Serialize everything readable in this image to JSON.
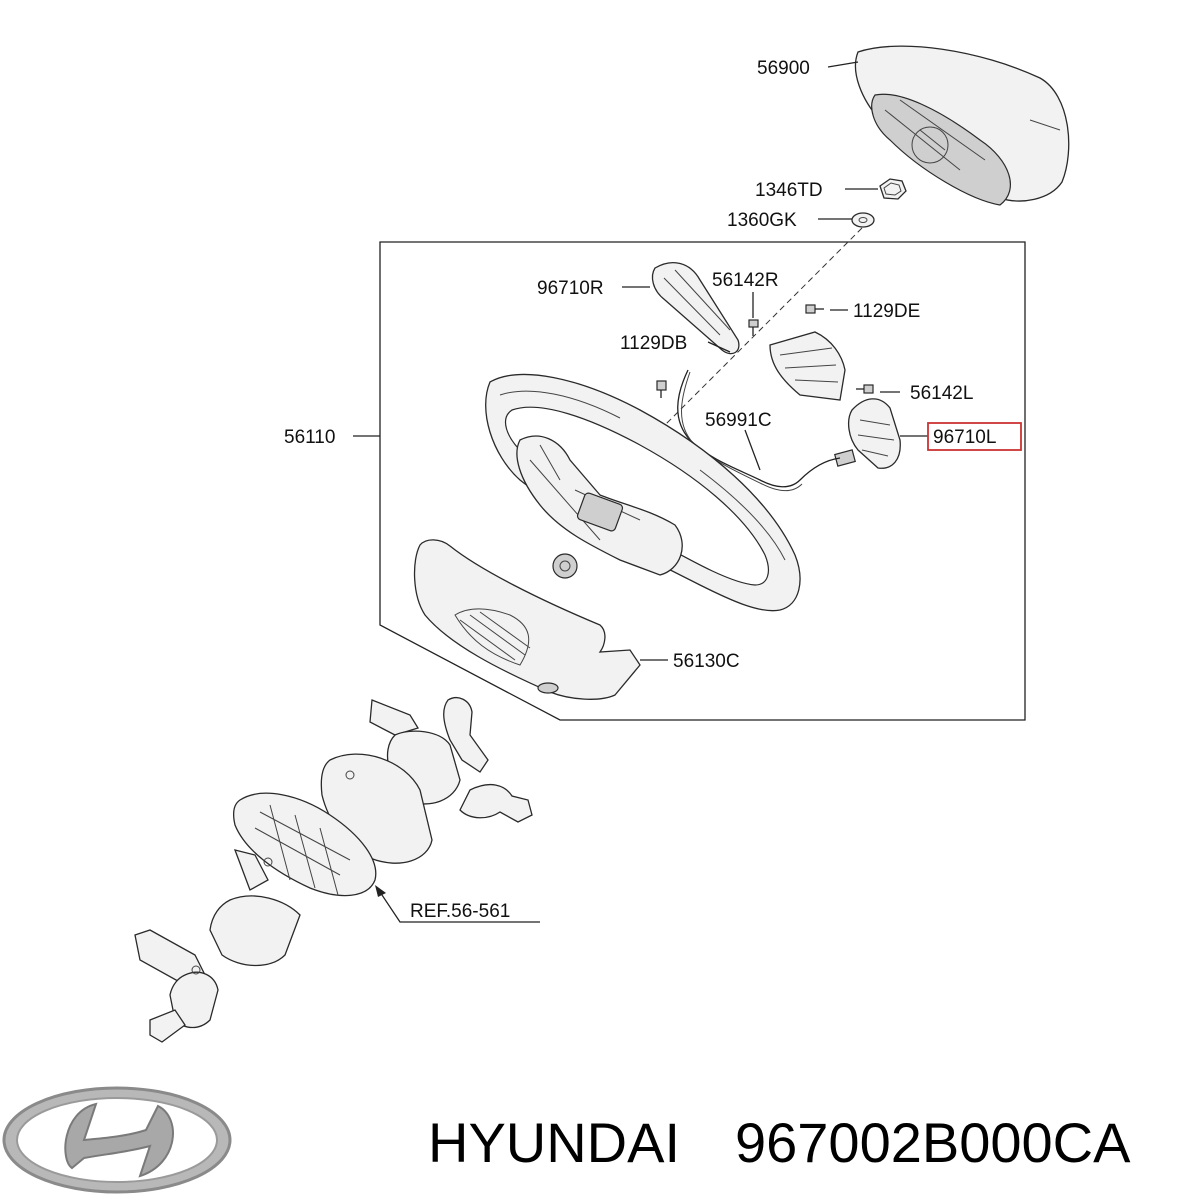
{
  "parts": {
    "p56900": "56900",
    "p1346TD": "1346TD",
    "p1360GK": "1360GK",
    "p96710R": "96710R",
    "p56142R": "56142R",
    "p1129DE": "1129DE",
    "p1129DB": "1129DB",
    "p56142L": "56142L",
    "p56110": "56110",
    "p56991C": "56991C",
    "p96710L": "96710L",
    "p56130C": "56130C",
    "ref": "REF.56-561"
  },
  "highlight": {
    "part": "96710L",
    "color": "#cc3333"
  },
  "footer": {
    "brand": "HYUNDAI",
    "part_number": "967002B000CA"
  },
  "logo": {
    "name": "hyundai-logo"
  }
}
